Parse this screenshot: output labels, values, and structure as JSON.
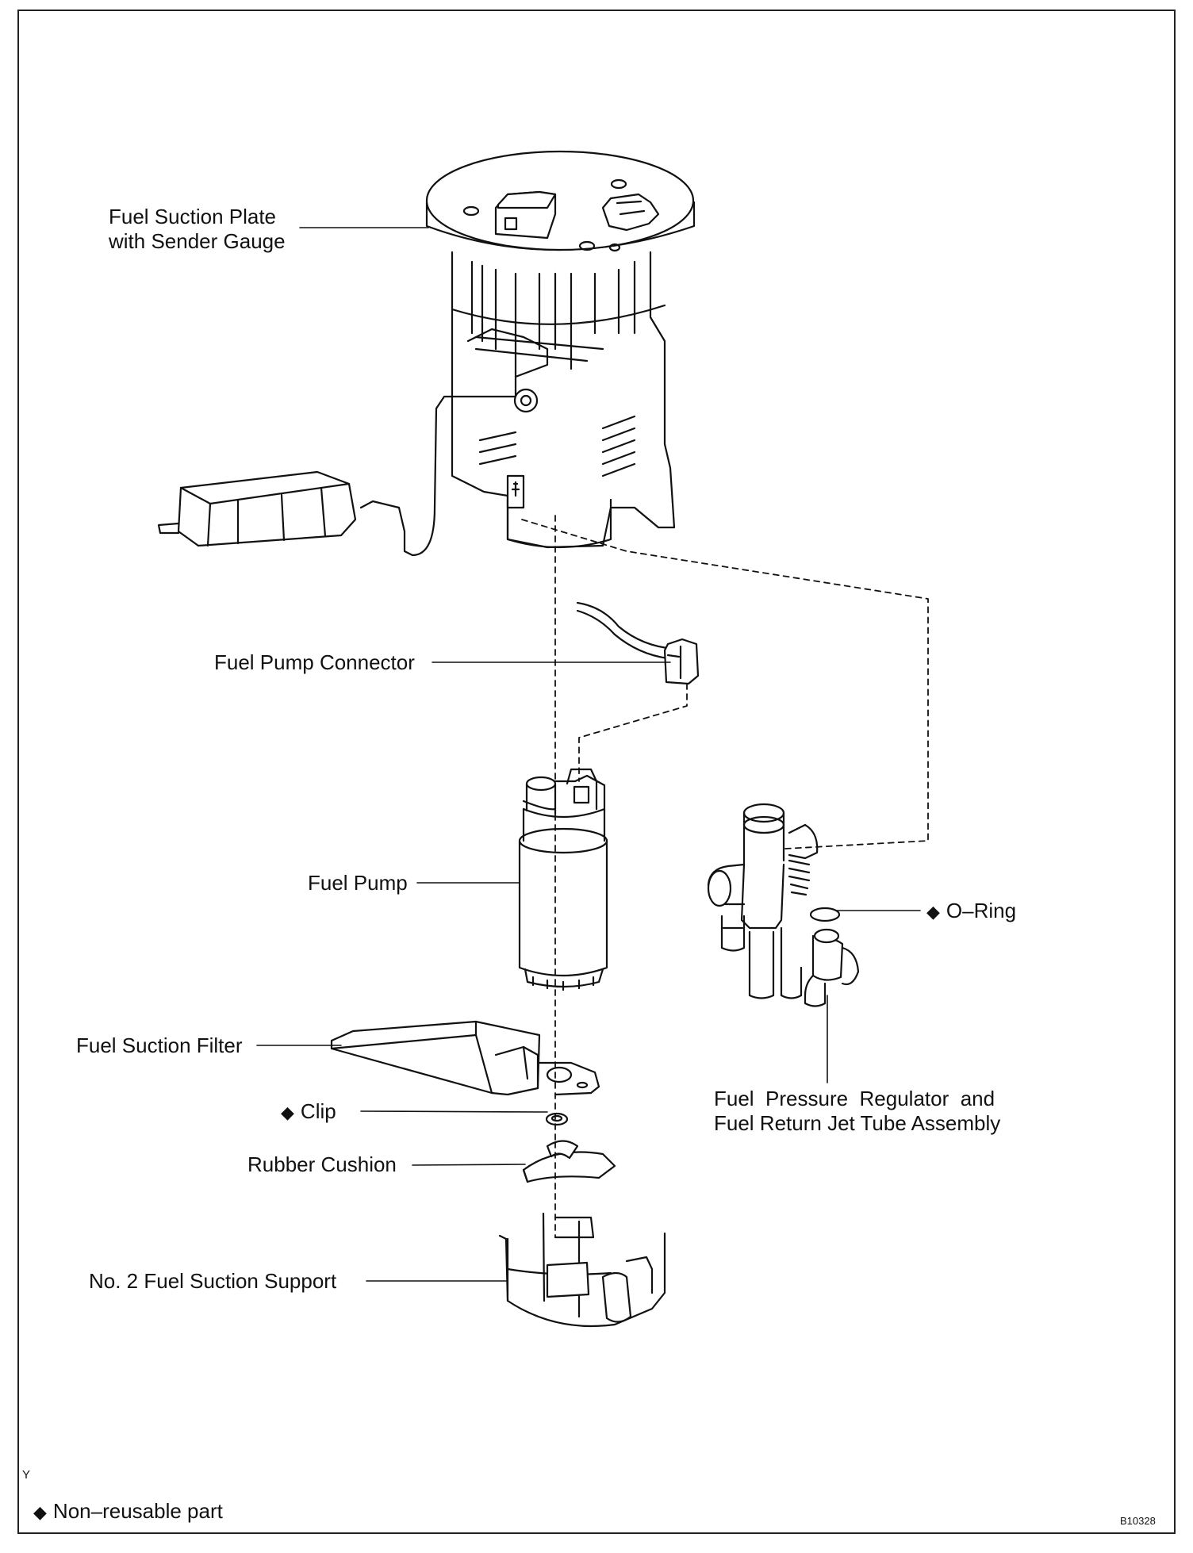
{
  "labels": {
    "fuel_suction_plate": [
      "Fuel Suction Plate",
      "with Sender Gauge"
    ],
    "fuel_pump_connector": "Fuel Pump Connector",
    "fuel_pump": "Fuel Pump",
    "o_ring": "O–Ring",
    "fuel_suction_filter": "Fuel Suction Filter",
    "clip": "Clip",
    "rubber_cushion": "Rubber Cushion",
    "fuel_pressure_regulator": [
      "Fuel  Pressure  Regulator  and",
      "Fuel Return Jet Tube Assembly"
    ],
    "no2_fuel_suction_support": "No. 2 Fuel Suction Support"
  },
  "legend": {
    "symbol": "◆",
    "text": "Non–reusable part"
  },
  "corner_letter": "Y",
  "figure_code": "B10328"
}
